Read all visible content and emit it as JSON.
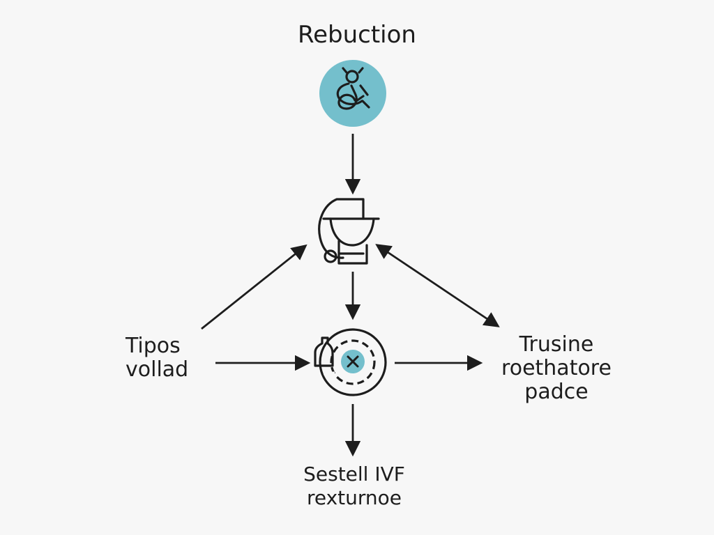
{
  "diagram": {
    "title": "Rebuction",
    "left_label": "Tipos\nvollad",
    "right_label": "Trusine\nroethatore\npadce",
    "bottom_label": "Sestell IVF\nrexturnoe",
    "accent_color": "#74bfcc",
    "line_color": "#1d1d1d",
    "icons": {
      "top": "creature-icon",
      "middle": "cooking-pot-icon",
      "center": "target-icon"
    }
  }
}
